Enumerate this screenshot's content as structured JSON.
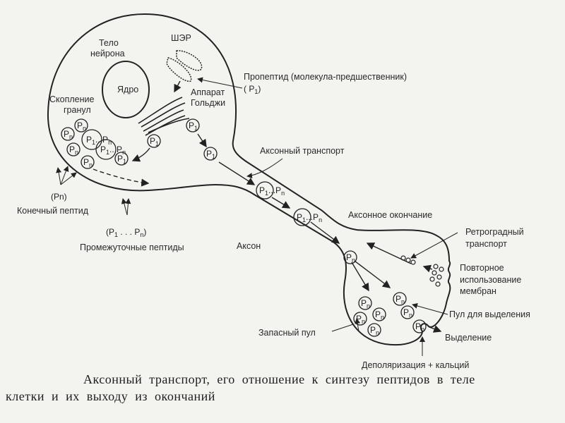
{
  "labels": {
    "soma": [
      "Тело",
      "нейрона"
    ],
    "rer": "ШЭР",
    "nucleus": "Ядро",
    "propeptide": "Пропептид (молекула-предшественник)",
    "golgi": [
      "Аппарат",
      "Гольджи"
    ],
    "granule_cluster": [
      "Скопление",
      "гранул"
    ],
    "axonal_transport": "Аксонный транспорт",
    "final_peptide": "Конечный пептид",
    "intermediate_peptides": "Промежуточные пептиды",
    "axon": "Аксон",
    "axon_terminal": "Аксонное окончание",
    "retrograde": [
      "Ретроградный",
      "транспорт"
    ],
    "membrane_reuse": [
      "Повторное",
      "использование",
      "мембран"
    ],
    "release_pool": "Пул для выделения",
    "reserve_pool": "Запасный пул",
    "release": "Выделение",
    "depolarization": "Деполяризация + кальций"
  },
  "symbols": {
    "P": "P",
    "sub1": "1",
    "subn": "n",
    "range_dots": "...",
    "pn_paren": "(Pn)",
    "p1_paren_open": "( P",
    "p1_paren_close": ")",
    "range_open": "(P",
    "range_mid": " . . . P",
    "range_close": ")"
  },
  "caption": {
    "line1": "Аксонный транспорт, его отношение  к синтезу пептидов в теле",
    "line2": "клетки и их выходу из окончаний"
  }
}
